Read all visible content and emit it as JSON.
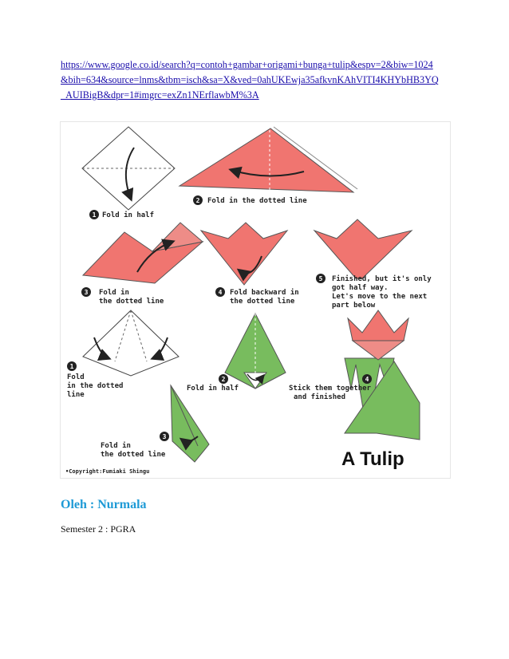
{
  "url": {
    "lines": [
      "https://www.google.co.id/search?q=contoh+gambar+origami+bunga+tulip&espv=2&biw=1024",
      "&bih=634&source=lnms&tbm=isch&sa=X&ved=0ahUKEwja35afkvnKAhVITI4KHYbHB3YQ",
      "_AUIBigB&dpr=1#imgrc=exZn1NErflawbM%3A"
    ]
  },
  "diagram": {
    "steps": [
      {
        "num": "1",
        "lines": [
          "Fold in half"
        ]
      },
      {
        "num": "2",
        "lines": [
          "Fold in the dotted line"
        ]
      },
      {
        "num": "3",
        "lines": [
          "Fold in",
          "the dotted line"
        ]
      },
      {
        "num": "4",
        "lines": [
          "Fold backward in",
          "the dotted line"
        ]
      },
      {
        "num": "5",
        "lines": [
          "Finished, but it's only",
          "got half way.",
          "Let's move to the next",
          "part below"
        ]
      },
      {
        "num": "1",
        "lines": [
          "Fold",
          "in the dotted",
          "line"
        ]
      },
      {
        "num": "2",
        "lines": [
          "Fold in half"
        ]
      },
      {
        "num": "4",
        "lines": [
          "Stick them together",
          "and finished"
        ]
      },
      {
        "num": "3",
        "lines": [
          "Fold in",
          "the dotted line"
        ]
      }
    ],
    "title": "A Tulip",
    "copyright": "•Copyright:Fumiaki Shingu",
    "colors": {
      "petal": "#f07570",
      "stem": "#78bc5e",
      "line": "#444444"
    }
  },
  "author": "Oleh : Nurmala",
  "semester": "Semester 2 : PGRA"
}
